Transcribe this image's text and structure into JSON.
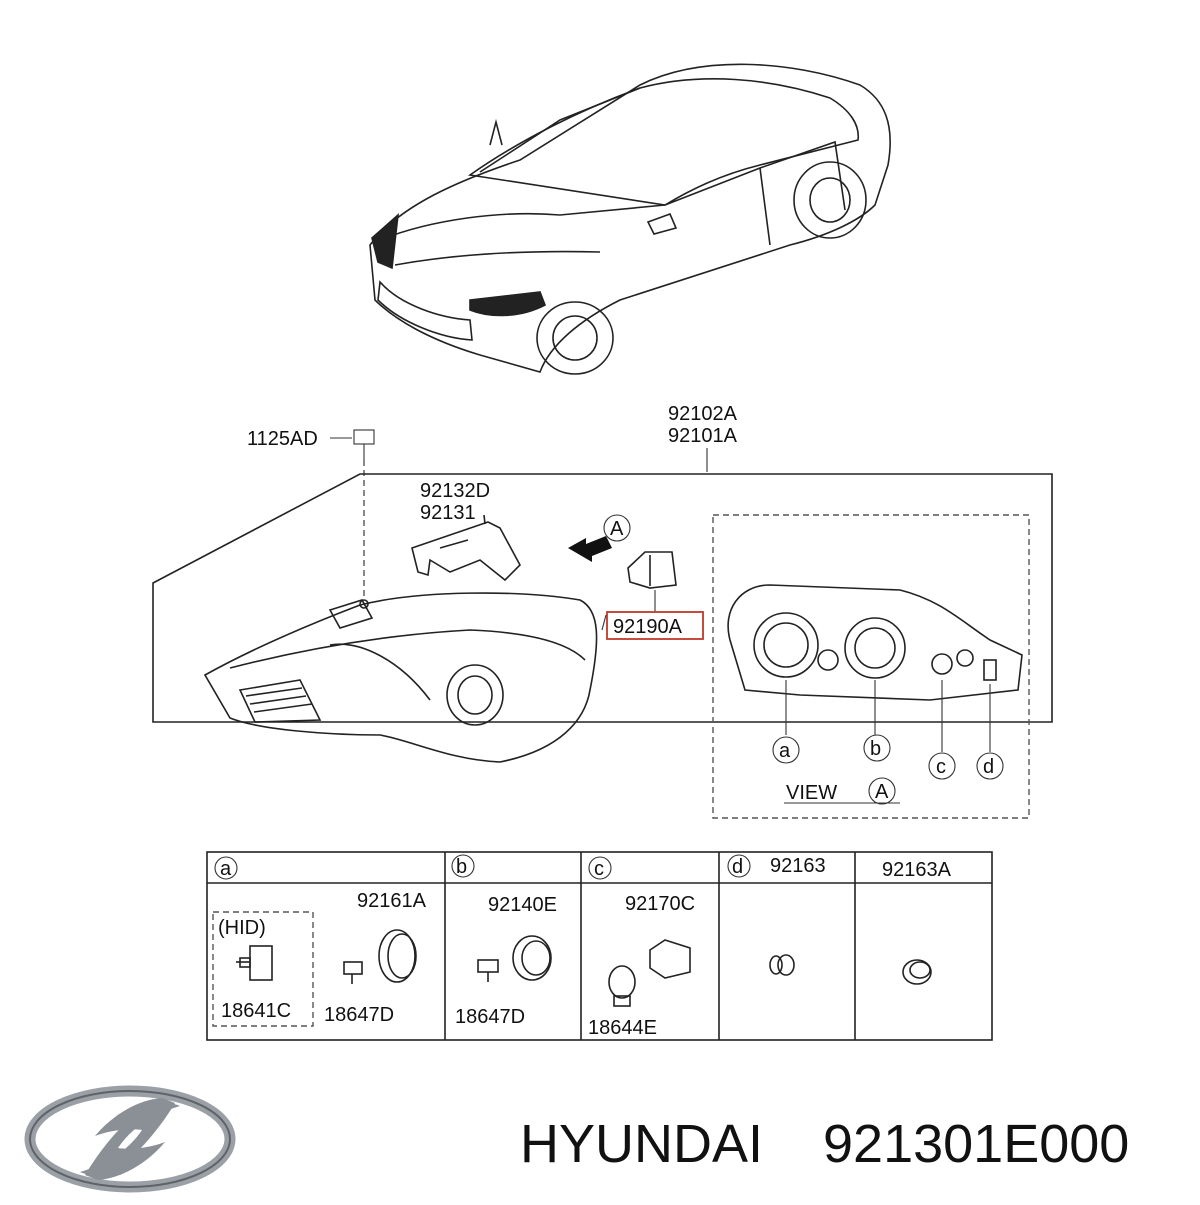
{
  "diagram": {
    "assembly_labels": [
      "92102A",
      "92101A"
    ],
    "bolt_label": "1125AD",
    "bracket_labels": [
      "92132D",
      "92131"
    ],
    "socket_label": "92190A",
    "view_marker": "A",
    "view_label": "VIEW",
    "bulb_markers": [
      "a",
      "b",
      "c",
      "d"
    ],
    "table": {
      "headers": [
        {
          "marker": "a",
          "codes": []
        },
        {
          "marker": "b",
          "codes": []
        },
        {
          "marker": "c",
          "codes": []
        },
        {
          "marker": "d",
          "codes": [
            "92163"
          ]
        },
        {
          "marker": "",
          "codes": [
            "92163A"
          ]
        }
      ],
      "cells": {
        "a_hid": "(HID)",
        "a_ring": "92161A",
        "a_hid_bulb": "18641C",
        "a_bulb": "18647D",
        "b_ring": "92140E",
        "b_bulb": "18647D",
        "c_socket": "92170C",
        "c_bulb": "18644E"
      }
    }
  },
  "brand": {
    "name": "HYUNDAI",
    "part_number": "921301E000",
    "logo_icon": "hyundai-logo-icon"
  },
  "colors": {
    "highlight_box": "#c0392b",
    "line": "#222222"
  }
}
